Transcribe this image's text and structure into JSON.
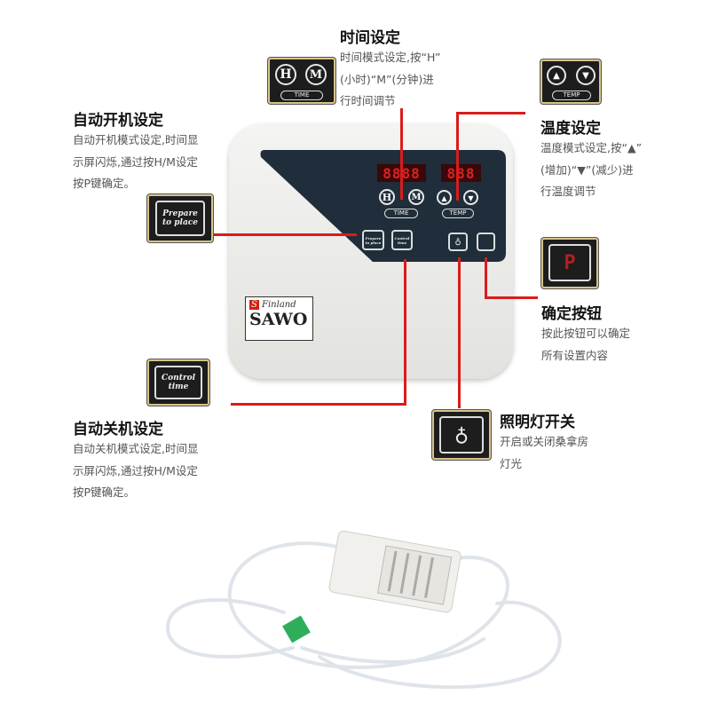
{
  "time_setting": {
    "title": "时间设定",
    "lines": [
      "时间模式设定,按“H”",
      "(小时)“M”(分钟)进",
      "行时间调节"
    ],
    "h": "H",
    "m": "M",
    "label": "TIME"
  },
  "temp_setting": {
    "title": "温度设定",
    "lines": [
      "温度模式设定,按“▲”",
      "(增加)“▼”(减少)进",
      "行温度调节"
    ],
    "label": "TEMP"
  },
  "auto_on": {
    "title": "自动开机设定",
    "lines": [
      "自动开机模式设定,时间显",
      "示屏闪烁,通过按H/M设定",
      "按P键确定。"
    ],
    "button": "Prepare to place"
  },
  "confirm": {
    "title": "确定按钮",
    "lines": [
      "按此按钮可以确定",
      "所有设置内容"
    ],
    "display": "P"
  },
  "auto_off": {
    "title": "自动关机设定",
    "lines": [
      "自动关机模式设定,时间显",
      "示屏闪烁,通过按H/M设定",
      "按P键确定。"
    ],
    "button": "Control time"
  },
  "light": {
    "title": "照明灯开关",
    "lines": [
      "开启或关闭桑拿房",
      "灯光"
    ]
  },
  "device": {
    "brand": "SAWO",
    "brand_sub": "Finland",
    "time_display": "8888",
    "temp_display": "888"
  },
  "colors": {
    "accent": "#d91c1c",
    "panel": "#1f2e3a"
  }
}
